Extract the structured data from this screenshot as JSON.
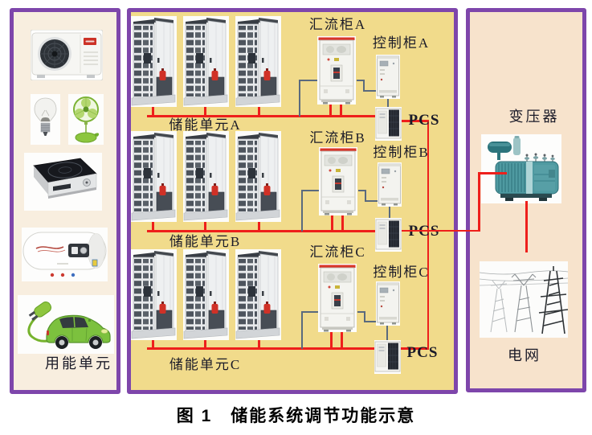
{
  "figure": {
    "caption": "图 1　储能系统调节功能示意"
  },
  "colors": {
    "panel_border": "#7e46ab",
    "consumer_panel_bg": "#f8eedf",
    "storage_panel_bg": "#f1db8b",
    "grid_panel_bg": "#f7e3cc",
    "power_line_red": "#ee1f1b",
    "control_line_gray": "#5a6a7e"
  },
  "consumer_panel": {
    "label": "用能单元",
    "appliances": [
      "air-conditioner",
      "light-bulb",
      "electric-fan",
      "induction-cooker",
      "water-heater",
      "electric-car"
    ]
  },
  "storage_panel": {
    "racks_per_group": 3,
    "groups": [
      {
        "id": "A",
        "storage_label": "储能单元A",
        "combiner_label": "汇流柜A",
        "control_label": "控制柜A",
        "pcs_label": "PCS"
      },
      {
        "id": "B",
        "storage_label": "储能单元B",
        "combiner_label": "汇流柜B",
        "control_label": "控制柜B",
        "pcs_label": "PCS"
      },
      {
        "id": "C",
        "storage_label": "储能单元C",
        "combiner_label": "汇流柜C",
        "control_label": "控制柜C",
        "pcs_label": "PCS"
      }
    ]
  },
  "grid_panel": {
    "transformer_label": "变压器",
    "grid_label": "电网"
  }
}
